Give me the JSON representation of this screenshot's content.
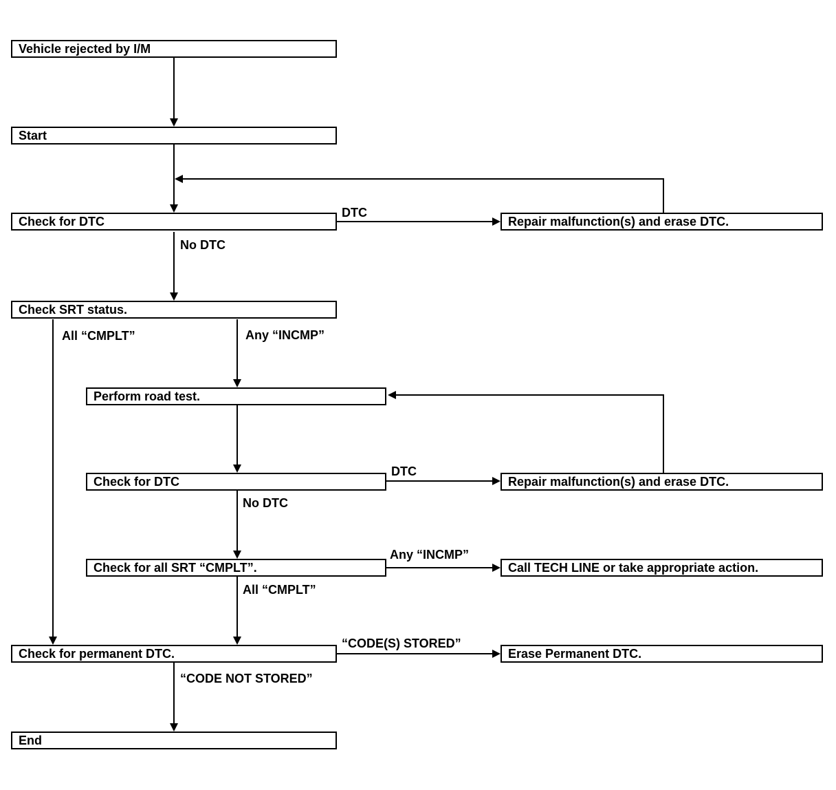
{
  "diagram": {
    "colors": {
      "line": "#000000",
      "box_fill": "#ffffff",
      "background": "#ffffff",
      "text": "#000000"
    },
    "nodes": {
      "vehicle_rejected": {
        "label": "Vehicle rejected by I/M"
      },
      "start": {
        "label": "Start"
      },
      "check_dtc_1": {
        "label": "Check for DTC"
      },
      "check_srt": {
        "label": "Check SRT status."
      },
      "perform_road_test": {
        "label": "Perform road test."
      },
      "check_dtc_2": {
        "label": "Check for DTC"
      },
      "check_all_srt": {
        "label": "Check for all SRT “CMPLT”."
      },
      "check_permanent": {
        "label": "Check for permanent DTC."
      },
      "end": {
        "label": "End"
      },
      "repair_1": {
        "label": "Repair malfunction(s) and erase DTC."
      },
      "repair_2": {
        "label": "Repair malfunction(s) and erase DTC."
      },
      "call_tech_line": {
        "label": "Call TECH LINE or take appropriate action."
      },
      "erase_permanent": {
        "label": "Erase Permanent DTC."
      }
    },
    "edge_labels": {
      "dtc_1": "DTC",
      "no_dtc_1": "No DTC",
      "all_cmplt_1": "All “CMPLT”",
      "any_incmp_1": "Any “INCMP”",
      "dtc_2": "DTC",
      "no_dtc_2": "No DTC",
      "any_incmp_2": "Any “INCMP”",
      "all_cmplt_2": "All “CMPLT”",
      "codes_stored": "“CODE(S) STORED”",
      "code_not_stored": "“CODE NOT STORED”"
    }
  }
}
